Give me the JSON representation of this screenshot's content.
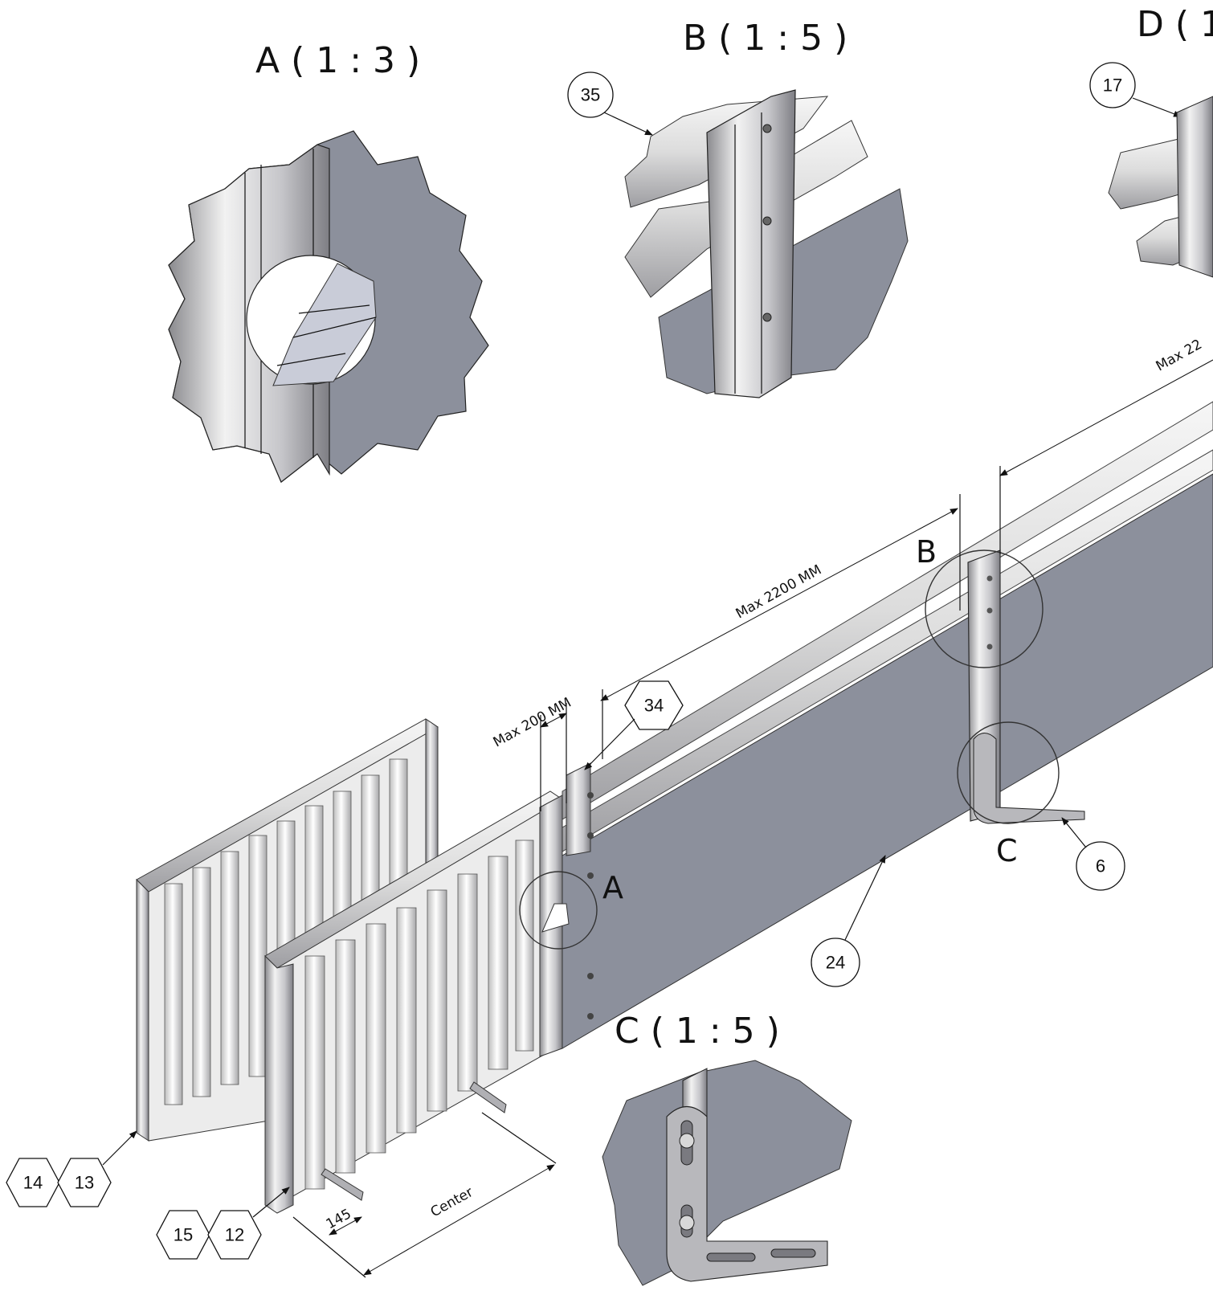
{
  "views": {
    "detail_a": "A ( 1 : 3 )",
    "detail_b": "B ( 1 : 5 )",
    "detail_c": "C ( 1 : 5 )",
    "detail_d": "D ( 1"
  },
  "callouts": {
    "a": "A",
    "b": "B",
    "c": "C"
  },
  "dimensions": {
    "max_200": "Max 200 MM",
    "max_2200": "Max 2200 MM",
    "max_22_partial": "Max 22",
    "d145": "145",
    "center": "Center"
  },
  "balloons": {
    "b35": "35",
    "b17": "17",
    "b34": "34",
    "b6": "6",
    "b24": "24",
    "b14": "14",
    "b13": "13",
    "b15": "15",
    "b12": "12"
  },
  "colors": {
    "panel": "#8c909c",
    "metal_light": "#e8e8e8",
    "metal_mid": "#b8b8bc",
    "line": "#111111"
  }
}
